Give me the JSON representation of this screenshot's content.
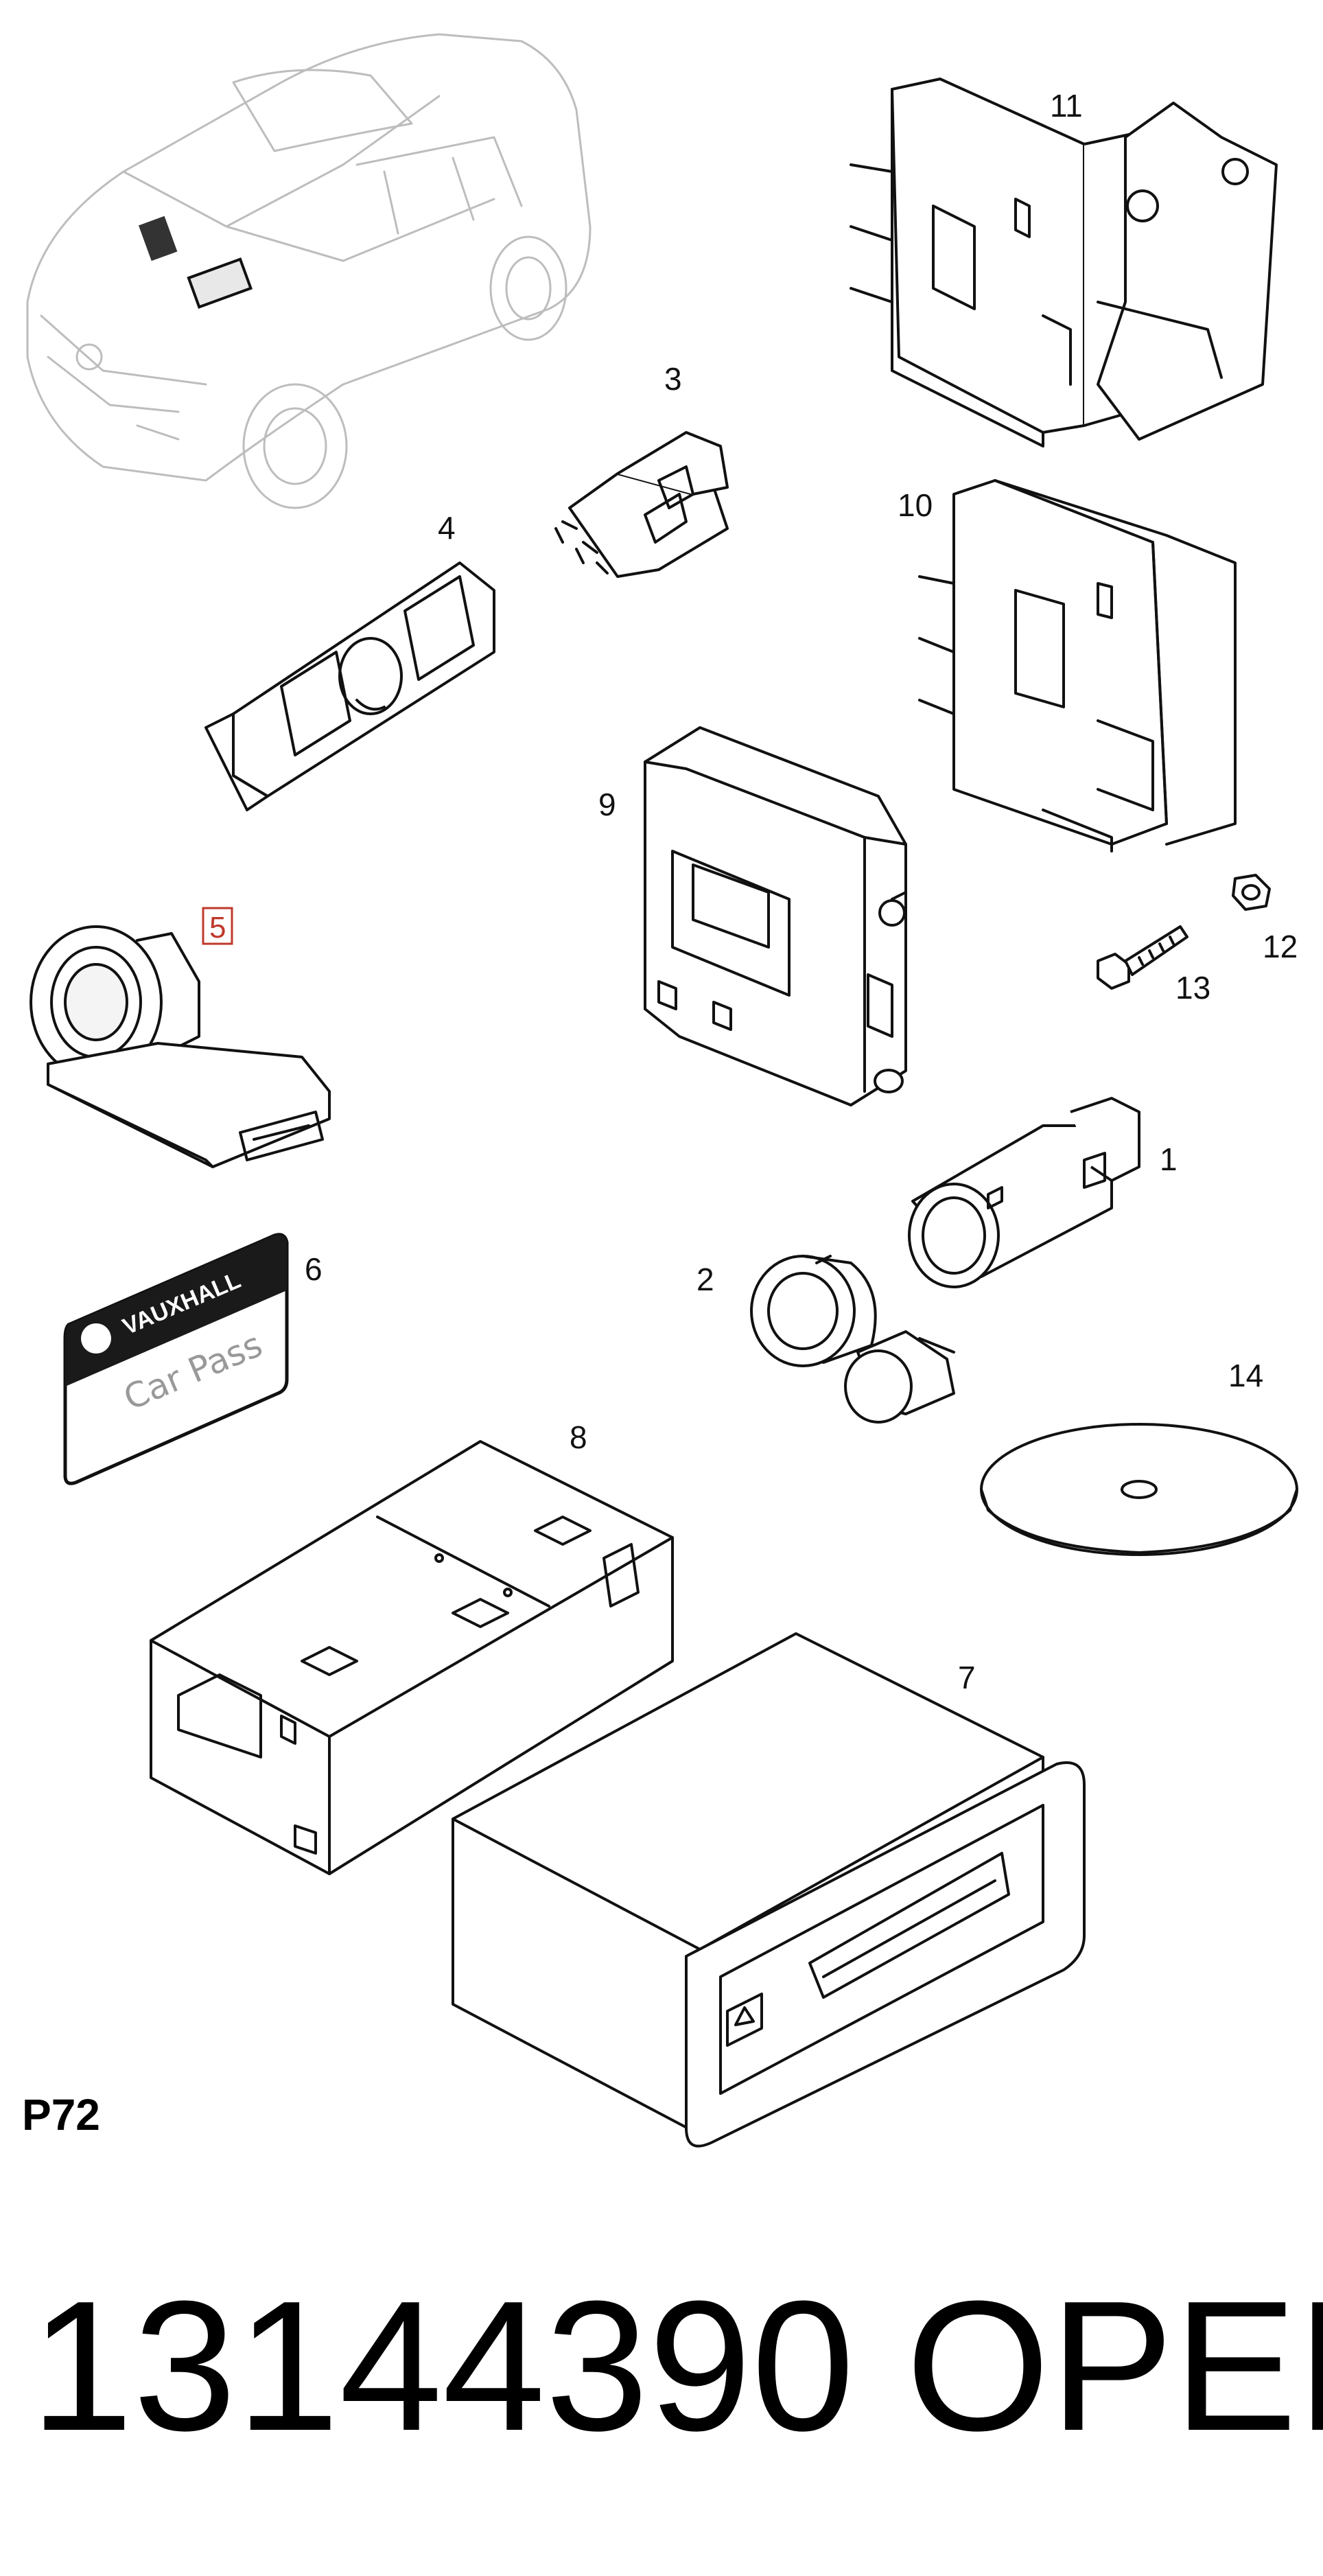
{
  "callouts": {
    "c1": "1",
    "c2": "2",
    "c3": "3",
    "c4": "4",
    "c5": "5",
    "c6": "6",
    "c7": "7",
    "c8": "8",
    "c9": "9",
    "c10": "10",
    "c11": "11",
    "c12": "12",
    "c13": "13",
    "c14": "14"
  },
  "page_code": "P72",
  "card": {
    "brand": "VAUXHALL",
    "label": "Car Pass"
  },
  "footer": {
    "part_number": "13144390",
    "make": "OPEL"
  },
  "colors": {
    "line": "#111111",
    "vehicle": "#bdbdbd",
    "highlight": "#c0392b",
    "background": "#ffffff"
  }
}
